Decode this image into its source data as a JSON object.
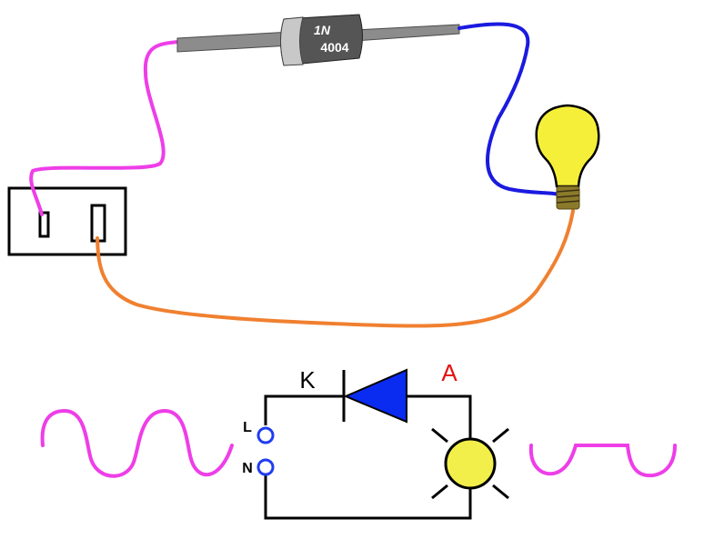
{
  "diode": {
    "line1": "1N",
    "line2": "4004",
    "body_color": "#555555",
    "band_color": "#c8c8c8",
    "lead_color": "#8c8c8c"
  },
  "schematic": {
    "cathode_label": "K",
    "anode_label": "A",
    "terminal_l_label": "L",
    "terminal_n_label": "N",
    "diode_symbol_color": "#0a2bf0",
    "anode_label_color": "#e61010",
    "lamp_color": "#f2ef4a",
    "terminal_color": "#1f3df0"
  },
  "wires": {
    "live_color": "#ee3ee8",
    "return_color": "#1a1ae0",
    "neutral_color": "#f08030"
  },
  "bulb": {
    "glass_color": "#f5ef3a",
    "base_color": "#8a7a2a"
  },
  "waveforms": {
    "input_color": "#ee3ee8",
    "output_color": "#ee3ee8"
  }
}
